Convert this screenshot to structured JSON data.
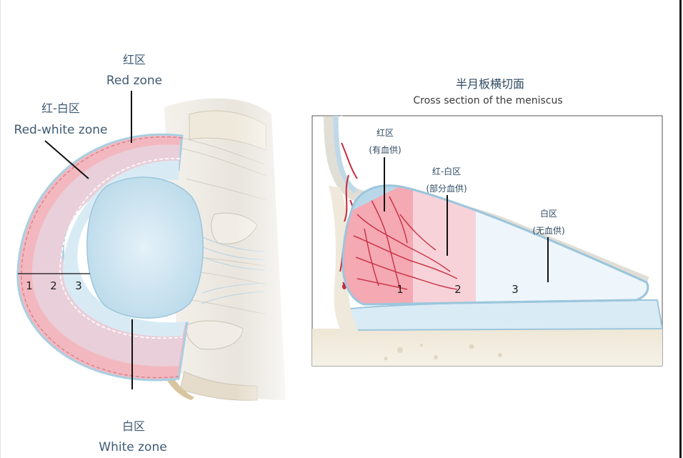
{
  "left_diagram": {
    "red_zone": {
      "cn": "红区",
      "en": "Red zone"
    },
    "red_white_zone": {
      "cn": "红-白区",
      "en": "Red-white zone"
    },
    "white_zone": {
      "cn": "白区",
      "en": "White zone"
    },
    "zone_numbers": [
      "1",
      "2",
      "3"
    ]
  },
  "right_diagram": {
    "title_cn": "半月板横切面",
    "title_en": "Cross section of the meniscus",
    "red_zone": {
      "cn": "红区",
      "sub": "(有血供)"
    },
    "red_white_zone": {
      "cn": "红-白区",
      "sub": "(部分血供)"
    },
    "white_zone": {
      "cn": "白区",
      "sub": "(无血供)"
    },
    "zone_numbers": [
      "1",
      "2",
      "3"
    ]
  },
  "colors": {
    "red_zone": "#f3b8bf",
    "red_white_zone": "#e9cfd9",
    "white_zone": "#d8ebf5",
    "vessel": "#c8283c",
    "label": "#3f5a73"
  }
}
